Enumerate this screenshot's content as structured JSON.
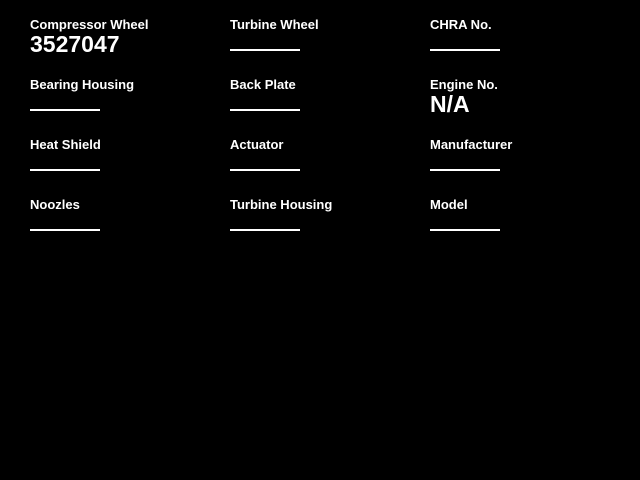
{
  "theme": {
    "background": "#000000",
    "text": "#ffffff",
    "blank_line_color": "#ffffff"
  },
  "form": {
    "fields": [
      {
        "label": "Compressor Wheel",
        "value": "3527047"
      },
      {
        "label": "Turbine Wheel",
        "value": ""
      },
      {
        "label": "CHRA No.",
        "value": ""
      },
      {
        "label": "Bearing Housing",
        "value": ""
      },
      {
        "label": "Back Plate",
        "value": ""
      },
      {
        "label": "Engine No.",
        "value": "N/A"
      },
      {
        "label": "Heat Shield",
        "value": ""
      },
      {
        "label": "Actuator",
        "value": ""
      },
      {
        "label": "Manufacturer",
        "value": ""
      },
      {
        "label": "Noozles",
        "value": ""
      },
      {
        "label": "Turbine Housing",
        "value": ""
      },
      {
        "label": "Model",
        "value": ""
      }
    ]
  }
}
